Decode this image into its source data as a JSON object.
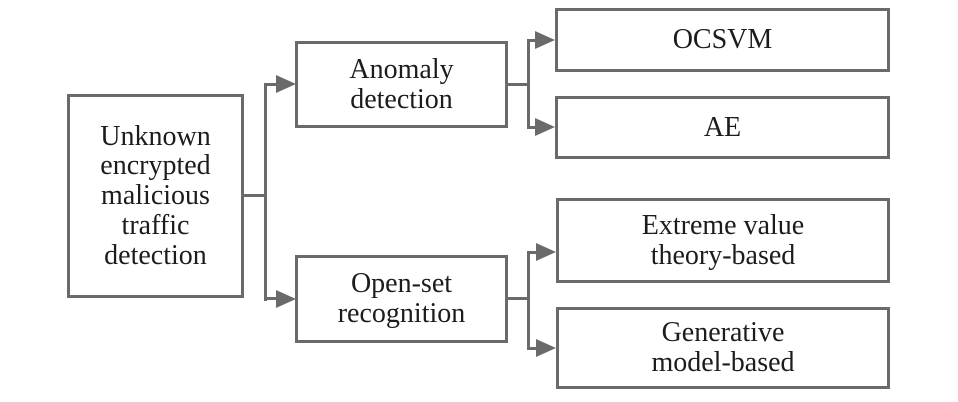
{
  "colors": {
    "line": "#6a6a6a",
    "box_border": "#6a6a6a",
    "text": "#1c1c1c",
    "background": "#ffffff"
  },
  "diagram": {
    "root": {
      "label": "Unknown\nencrypted\nmalicious\ntraffic\ndetection"
    },
    "branches": [
      {
        "label": "Anomaly\ndetection",
        "children": [
          {
            "label": "OCSVM"
          },
          {
            "label": "AE"
          }
        ]
      },
      {
        "label": "Open-set\nrecognition",
        "children": [
          {
            "label": "Extreme value\ntheory-based"
          },
          {
            "label": "Generative\nmodel-based"
          }
        ]
      }
    ]
  }
}
